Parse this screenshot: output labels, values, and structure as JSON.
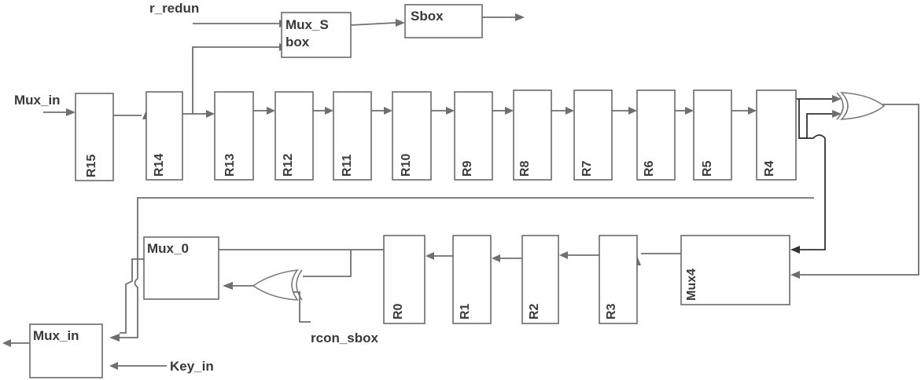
{
  "signals": {
    "r_redun": "r_redun",
    "mux_in_top": "Mux_in",
    "rcon_sbox": "rcon_sbox",
    "key_in": "Key_in"
  },
  "blocks": {
    "mux_sbox_line1": "Mux_S",
    "mux_sbox_line2": "box",
    "sbox": "Sbox",
    "mux_0": "Mux_0",
    "mux_in_bottom": "Mux_in",
    "mux4": "Mux4"
  },
  "registers_top": [
    "R15",
    "R14",
    "R13",
    "R12",
    "R11",
    "R10",
    "R9",
    "R8",
    "R7",
    "R6",
    "R5",
    "R4"
  ],
  "registers_bottom": [
    "R0",
    "R1",
    "R2",
    "R3"
  ],
  "icons": {
    "xor_gate": "xor-gate-icon",
    "arrow": "arrow-head-icon"
  },
  "colors": {
    "line": "#6f6f6f",
    "dark_line": "#333333",
    "text": "#3a3a3a"
  }
}
